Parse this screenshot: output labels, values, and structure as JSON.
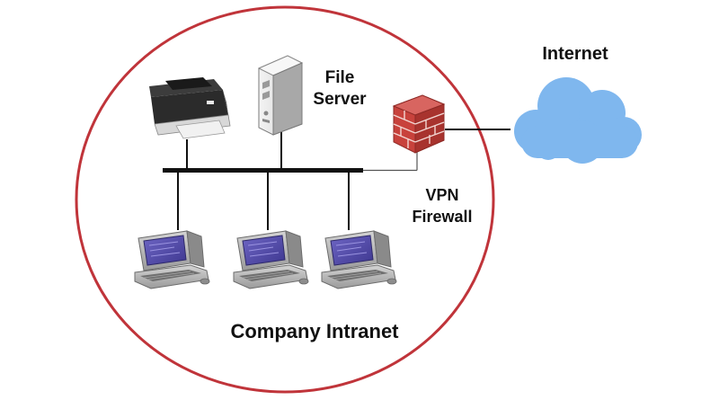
{
  "diagram": {
    "boundary": {
      "label": "Company Intranet",
      "color": "#c0343a"
    },
    "nodes": {
      "printer": {
        "label": ""
      },
      "file_server": {
        "label_line1": "File",
        "label_line2": "Server"
      },
      "firewall": {
        "label_line1": "VPN",
        "label_line2": "Firewall"
      },
      "internet": {
        "label": "Internet",
        "color": "#7fb7ee"
      },
      "workstations": [
        {
          "label": ""
        },
        {
          "label": ""
        },
        {
          "label": ""
        }
      ]
    },
    "colors": {
      "bus": "#111111",
      "firewall_brick": "#c8423c",
      "screen": "#5a52a8",
      "terminal_body": "#b9b9b9"
    }
  }
}
